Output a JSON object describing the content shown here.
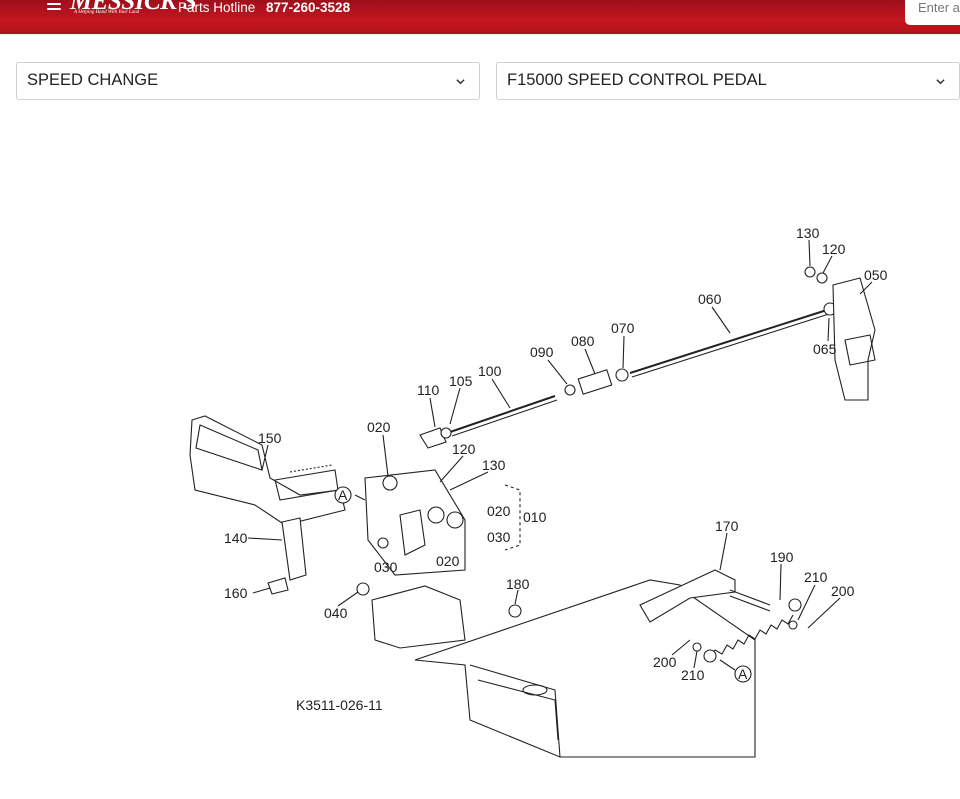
{
  "header": {
    "logo_text": "MESSICK'S",
    "logo_tagline": "A Helping Hand With Your Land",
    "hotline_label": "Parts Hotline",
    "hotline_number": "877-260-3528",
    "search_placeholder": "Enter a",
    "menu_icon": "hamburger-icon"
  },
  "selectors": {
    "category": "SPEED CHANGE",
    "assembly": "F15000 SPEED CONTROL PEDAL",
    "chevron_icon": "chevron-down-icon"
  },
  "diagram": {
    "callouts": [
      "130",
      "120",
      "050",
      "060",
      "065",
      "070",
      "080",
      "090",
      "100",
      "105",
      "110",
      "020",
      "120",
      "130",
      "150",
      "020",
      "010",
      "030",
      "020",
      "140",
      "030",
      "040",
      "160",
      "180",
      "170",
      "190",
      "210",
      "200",
      "200",
      "210",
      "A",
      "A"
    ],
    "drawing_code": "K3511-026-11"
  },
  "colors": {
    "brand_red": "#c4161f",
    "header_dark_red": "#9e0f1c"
  }
}
